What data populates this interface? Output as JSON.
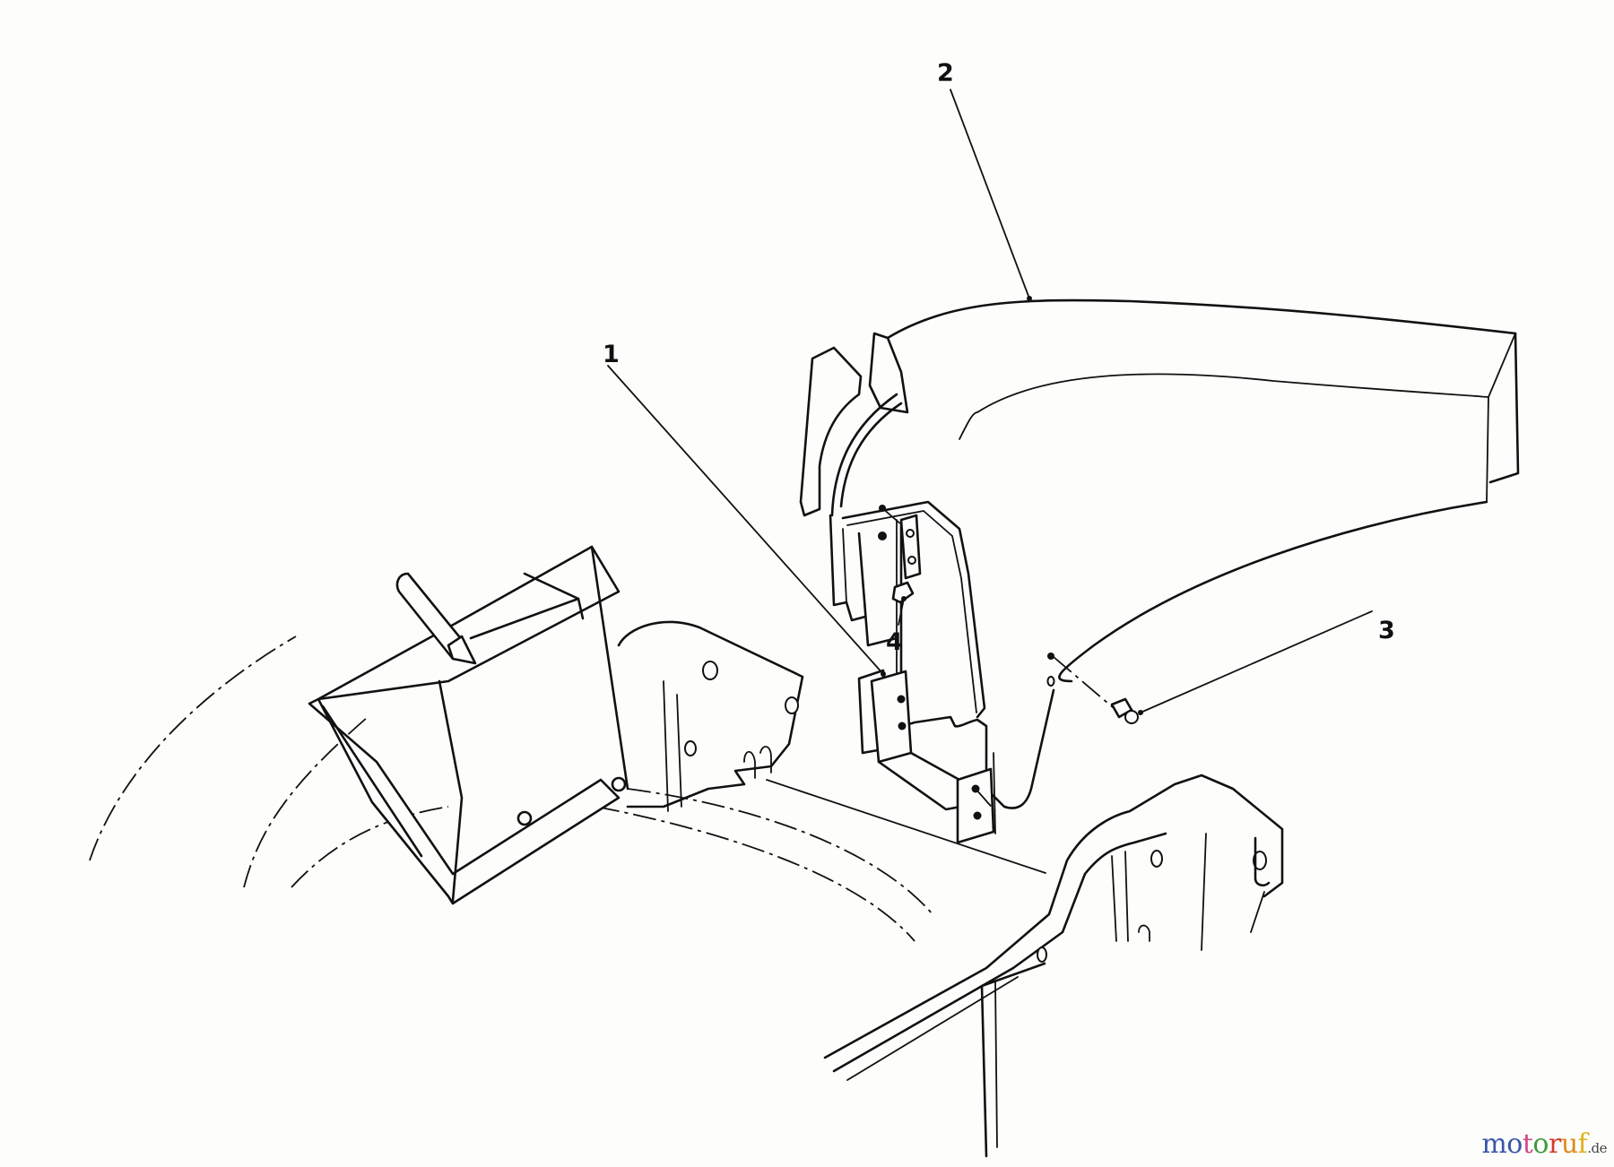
{
  "diagram": {
    "type": "exploded parts illustration",
    "subject": "grass bag / discharge chute attachment on mower deck",
    "line_color": "#111111",
    "background": "#fdfefc"
  },
  "callouts": [
    {
      "id": "1",
      "label": "1",
      "target": "mounting bracket (U-shaped)"
    },
    {
      "id": "2",
      "label": "2",
      "target": "discharge chute / bag adapter"
    },
    {
      "id": "3",
      "label": "3",
      "target": "bolt"
    },
    {
      "id": "4",
      "label": "4",
      "target": "clip / latch plate"
    }
  ],
  "watermark": {
    "letters": [
      {
        "ch": "m",
        "color": "#3a55a8"
      },
      {
        "ch": "o",
        "color": "#3a55a8"
      },
      {
        "ch": "t",
        "color": "#d04a8a"
      },
      {
        "ch": "o",
        "color": "#3e9a3e"
      },
      {
        "ch": "r",
        "color": "#d23c2c"
      },
      {
        "ch": "u",
        "color": "#e08a1e"
      },
      {
        "ch": "f",
        "color": "#e0b01e"
      }
    ],
    "tld": ".de"
  }
}
